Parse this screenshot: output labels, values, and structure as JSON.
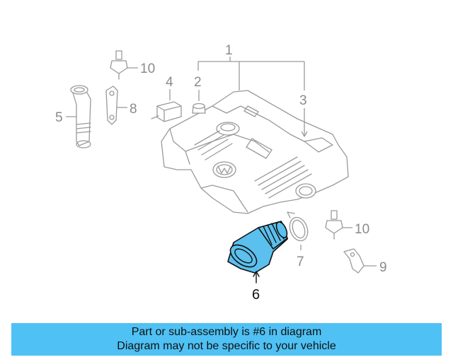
{
  "callouts": {
    "c1": "1",
    "c2": "2",
    "c3": "3",
    "c4": "4",
    "c5": "5",
    "c6": "6",
    "c7": "7",
    "c8": "8",
    "c9": "9",
    "c10a": "10",
    "c10b": "10"
  },
  "highlighted_part": "6",
  "colors": {
    "highlight_fill": "#5bc0ee",
    "banner_bg": "#4fc1f4",
    "part_stroke": "#9a9a9a"
  },
  "banner": {
    "line1": "Part or sub-assembly is #6 in diagram",
    "line2": "Diagram may not be specific to your vehicle"
  }
}
